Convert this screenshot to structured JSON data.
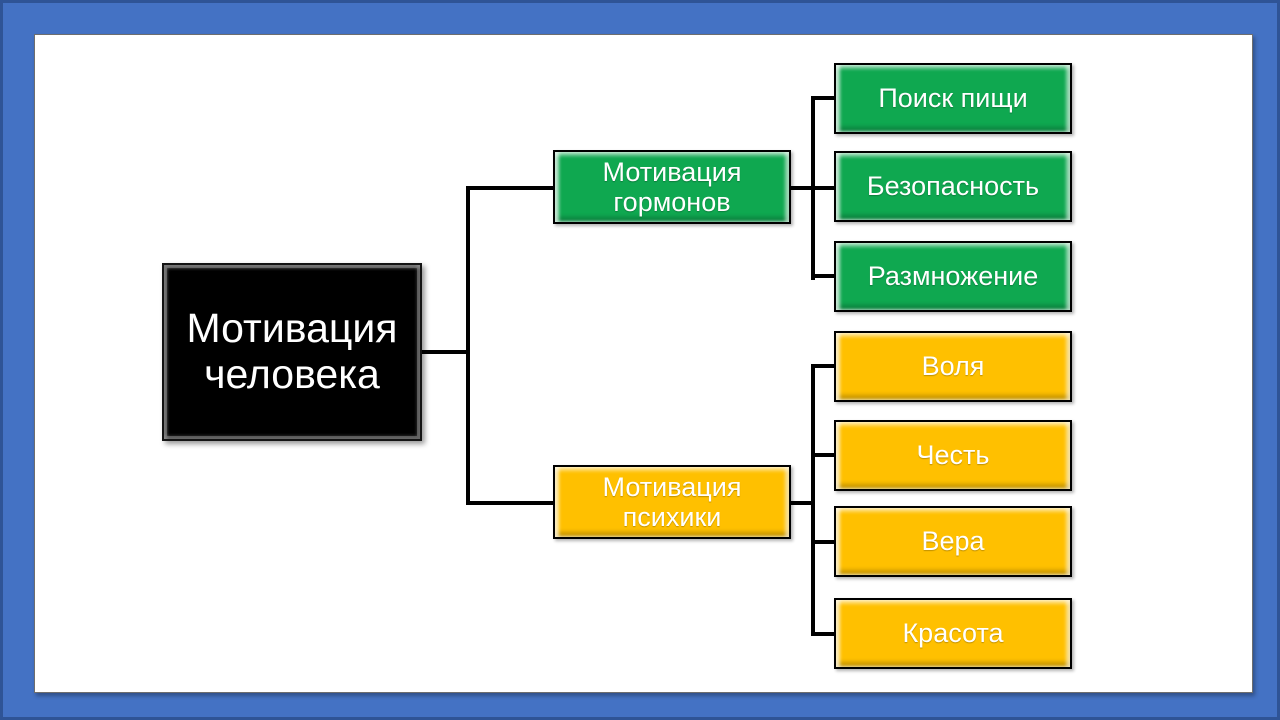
{
  "diagram": {
    "root": {
      "label": "Мотивация человека"
    },
    "branches": [
      {
        "label": "Мотивация гормонов",
        "color": "#0FA850",
        "children": [
          {
            "label": "Поиск пищи"
          },
          {
            "label": "Безопасность"
          },
          {
            "label": "Размножение"
          }
        ]
      },
      {
        "label": "Мотивация психики",
        "color": "#FFC000",
        "children": [
          {
            "label": "Воля"
          },
          {
            "label": "Честь"
          },
          {
            "label": "Вера"
          },
          {
            "label": "Красота"
          }
        ]
      }
    ]
  },
  "colors": {
    "frame-blue": "#4472C4",
    "frame-border-blue": "#2F5496",
    "canvas-white": "#FFFFFF",
    "root-black": "#000000",
    "branch-green": "#0FA850",
    "branch-yellow": "#FFC000",
    "connector-black": "#000000",
    "text-white": "#FFFFFF"
  }
}
